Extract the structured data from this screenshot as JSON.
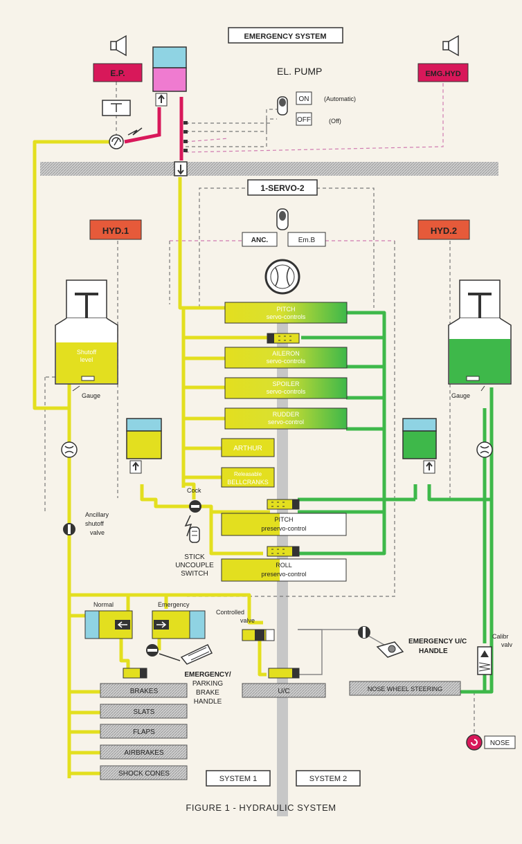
{
  "title": "EMERGENCY SYSTEM",
  "caption": "FIGURE 1 - HYDRAULIC SYSTEM",
  "colors": {
    "system1": "#e3df1f",
    "system2": "#3eb84a",
    "emergency": "#d8185a",
    "warning": "#e65a3a",
    "fluid_blue": "#8fd3e3",
    "fluid_pink": "#ef7bd0",
    "background": "#f7f3ea",
    "divider": "#b9b9b9"
  },
  "warnings": {
    "ep": "E.P.",
    "emg_hyd": "EMG.HYD",
    "hyd1": "HYD.1",
    "hyd2": "HYD.2"
  },
  "el_pump": {
    "title": "EL. PUMP",
    "on": "ON",
    "off": "OFF",
    "automatic": "(Automatic)",
    "off_note": "(Off)"
  },
  "servo_switch": {
    "title": "1-SERVO-2",
    "anc": "ANC.",
    "emb": "Em.B"
  },
  "reservoir1": {
    "line1": "Shutoff",
    "line2": "level",
    "gauge": "Gauge"
  },
  "reservoir2": {
    "gauge": "Gauge"
  },
  "servos": [
    {
      "name": "PITCH",
      "sub": "servo-controls"
    },
    {
      "name": "AILERON",
      "sub": "servo-controls"
    },
    {
      "name": "SPOILER",
      "sub": "servo-controls"
    },
    {
      "name": "RUDDER",
      "sub": "servo-control"
    }
  ],
  "arthur": "ARTHUR",
  "bellcranks": {
    "line1": "Releasable",
    "line2": "BELLCRANKS"
  },
  "preservos": [
    {
      "name": "PITCH",
      "sub": "preservo-control"
    },
    {
      "name": "ROLL",
      "sub": "preservo-control"
    }
  ],
  "labels": {
    "cock": "Cock",
    "ancillary": [
      "Ancillary",
      "shutoff",
      "valve"
    ],
    "stick": [
      "STICK",
      "UNCOUPLE",
      "SWITCH"
    ],
    "normal": "Normal",
    "emergency": "Emergency",
    "controlled_valve": [
      "Controlled",
      "valve"
    ],
    "parking": [
      "EMERGENCY/",
      "PARKING",
      "BRAKE",
      "HANDLE"
    ],
    "emergency_uc": [
      "EMERGENCY U/C",
      "HANDLE"
    ],
    "calib": [
      "Calibr",
      "valv"
    ],
    "nose": "NOSE"
  },
  "consumers": {
    "brakes": "BRAKES",
    "slats": "SLATS",
    "flaps": "FLAPS",
    "airbrakes": "AIRBRAKES",
    "shock_cones": "SHOCK CONES",
    "uc": "U/C",
    "nose_wheel": "NOSE WHEEL STEERING"
  },
  "systems": {
    "s1": "SYSTEM 1",
    "s2": "SYSTEM 2"
  }
}
